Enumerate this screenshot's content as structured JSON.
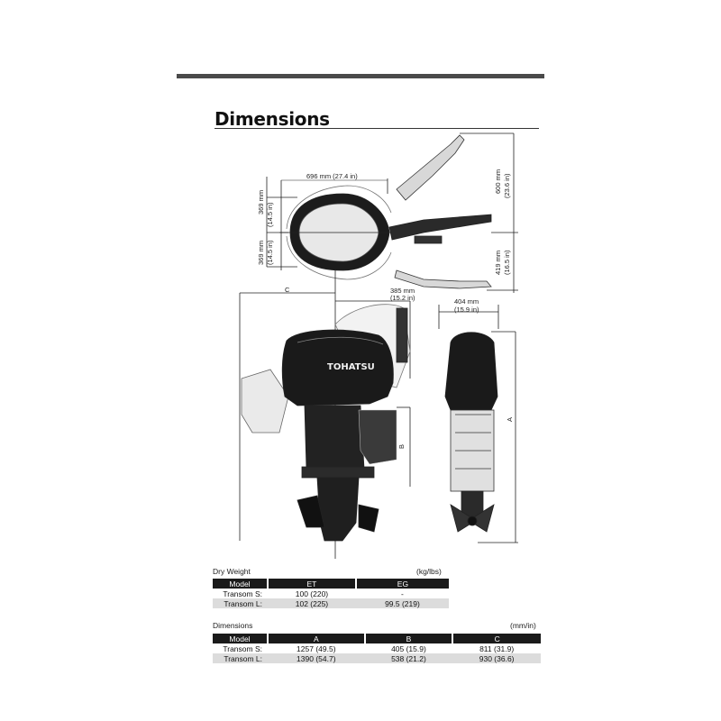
{
  "title": "Dimensions",
  "drawing": {
    "dim_696": "696 mm (27.4 in)",
    "dim_369_top_mm": "369 mm",
    "dim_369_top_in": "(14.5 in)",
    "dim_369_bot_mm": "369 mm",
    "dim_369_bot_in": "(14.5 in)",
    "dim_600_mm": "600 mm",
    "dim_600_in": "(23.6 in)",
    "dim_419_mm": "419 mm",
    "dim_419_in": "(16.5 in)",
    "dim_385_mm": "385 mm",
    "dim_385_in": "(15.2 in)",
    "dim_404_mm": "404 mm",
    "dim_404_in": "(15.9 in)",
    "label_c": "C",
    "label_b": "B",
    "label_a": "A",
    "brand": "TOHATSU"
  },
  "dry_weight": {
    "caption": "Dry Weight",
    "unit": "(kg/lbs)",
    "headers": [
      "Model",
      "ET",
      "EG"
    ],
    "rows": [
      [
        "Transom S:",
        "100 (220)",
        "-"
      ],
      [
        "Transom L:",
        "102 (225)",
        "99.5 (219)"
      ]
    ]
  },
  "dimensions_table": {
    "caption": "Dimensions",
    "unit": "(mm/in)",
    "headers": [
      "Model",
      "A",
      "B",
      "C"
    ],
    "rows": [
      [
        "Transom S:",
        "1257 (49.5)",
        "405 (15.9)",
        "811 (31.9)"
      ],
      [
        "Transom L:",
        "1390 (54.7)",
        "538 (21.2)",
        "930 (36.6)"
      ]
    ]
  }
}
